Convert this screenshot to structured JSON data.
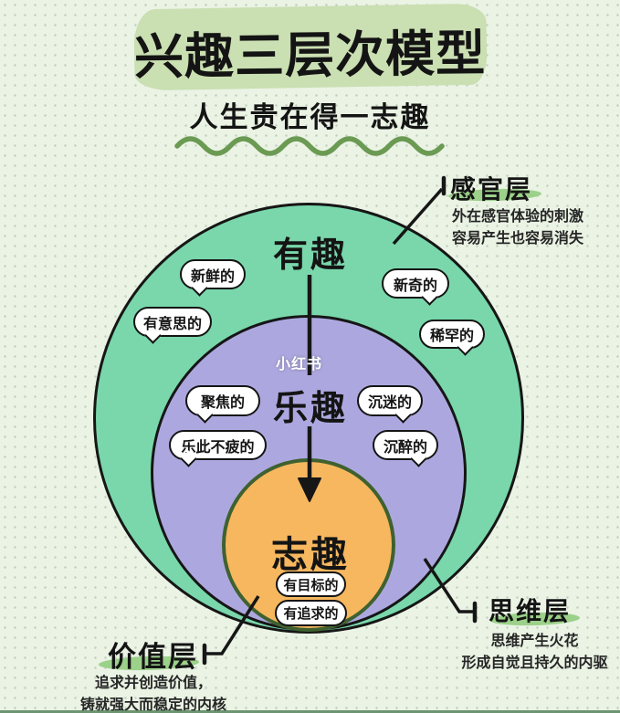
{
  "header": {
    "title": "兴趣三层次模型",
    "subtitle": "人生贵在得一志趣"
  },
  "watermark": "小红书",
  "model": {
    "outer": {
      "name": "有趣",
      "bubbles": [
        "新鲜的",
        "有意思的",
        "新奇的",
        "稀罕的"
      ]
    },
    "middle": {
      "name": "乐趣",
      "bubbles": [
        "聚焦的",
        "乐此不疲的",
        "沉迷的",
        "沉醉的"
      ]
    },
    "inner": {
      "name": "志趣",
      "pills": [
        "有目标的",
        "有追求的"
      ]
    }
  },
  "annotations": {
    "sensory": {
      "label": "感官层",
      "desc1": "外在感官体验的刺激",
      "desc2": "容易产生也容易消失"
    },
    "thinking": {
      "label": "思维层",
      "desc1": "思维产生火花",
      "desc2": "形成自觉且持久的内驱"
    },
    "value": {
      "label": "价值层",
      "desc1": "追求并创造价值，",
      "desc2": "铸就强大而稳定的内核"
    }
  },
  "colors": {
    "background": "#eaf3e4",
    "title_block": "#cadfb2",
    "outer_circle": "#79d7ab",
    "middle_circle": "#aca8df",
    "inner_circle": "#f6b75f",
    "inner_circle_border": "#3f612f",
    "label_highlight": "#9cd18a",
    "wave": "#6b9a53"
  }
}
